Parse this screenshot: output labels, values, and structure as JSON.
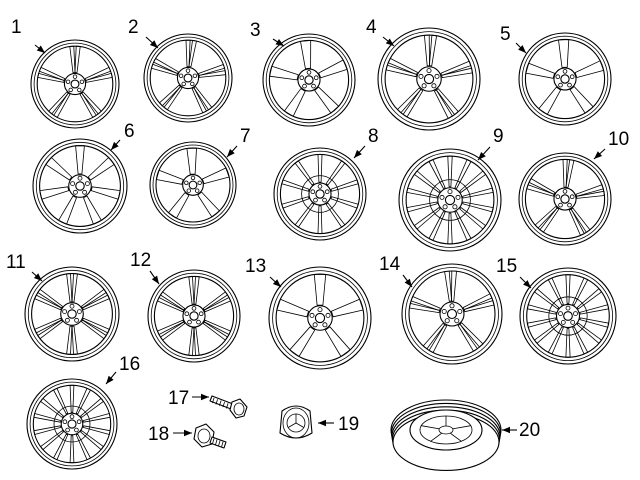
{
  "parts": [
    {
      "num": "1",
      "kind": "wheel",
      "style": "split5"
    },
    {
      "num": "2",
      "kind": "wheel",
      "style": "split5"
    },
    {
      "num": "3",
      "kind": "wheel",
      "style": "spoke5"
    },
    {
      "num": "4",
      "kind": "wheel",
      "style": "split5"
    },
    {
      "num": "5",
      "kind": "wheel",
      "style": "spoke5"
    },
    {
      "num": "6",
      "kind": "wheel",
      "style": "spoke7"
    },
    {
      "num": "7",
      "kind": "wheel",
      "style": "spoke5"
    },
    {
      "num": "8",
      "kind": "wheel",
      "style": "spoke10"
    },
    {
      "num": "9",
      "kind": "wheel",
      "style": "multi"
    },
    {
      "num": "10",
      "kind": "wheel",
      "style": "split5"
    },
    {
      "num": "11",
      "kind": "wheel",
      "style": "split6"
    },
    {
      "num": "12",
      "kind": "wheel",
      "style": "split6"
    },
    {
      "num": "13",
      "kind": "wheel",
      "style": "spoke5"
    },
    {
      "num": "14",
      "kind": "wheel",
      "style": "split5"
    },
    {
      "num": "15",
      "kind": "wheel",
      "style": "multi"
    },
    {
      "num": "16",
      "kind": "wheel",
      "style": "multi"
    },
    {
      "num": "17",
      "kind": "bolt"
    },
    {
      "num": "18",
      "kind": "lock-bolt"
    },
    {
      "num": "19",
      "kind": "center-cap"
    },
    {
      "num": "20",
      "kind": "tire"
    }
  ]
}
